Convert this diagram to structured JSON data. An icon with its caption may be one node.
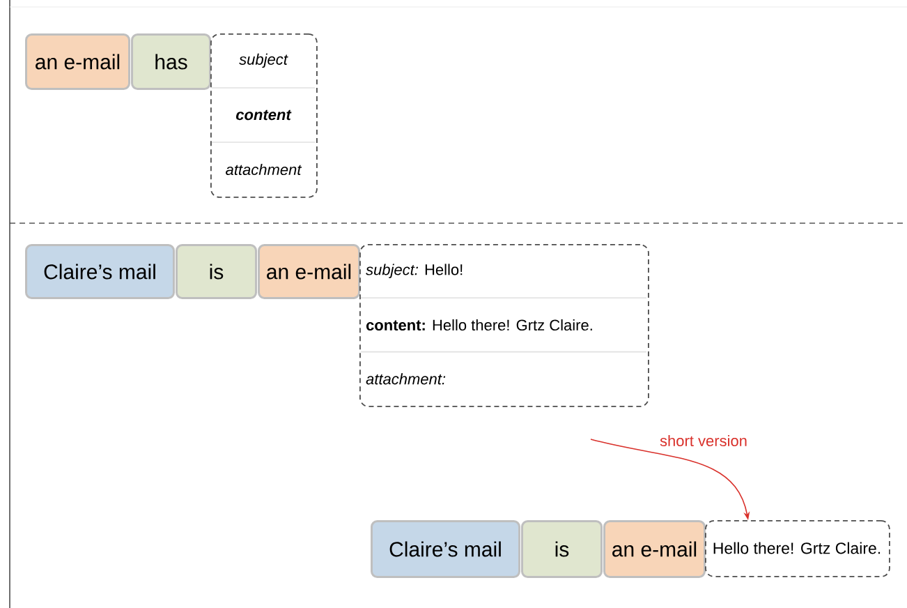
{
  "diagram": {
    "nodes": [
      {
        "text": [
          "an e-mail"
        ]
      },
      {
        "text": [
          "has"
        ]
      },
      {
        "text": [
          "subject",
          "content",
          "attachment"
        ]
      },
      {
        "text": [
          "Claire’s mail"
        ]
      },
      {
        "text": [
          "is"
        ]
      },
      {
        "text": [
          "an e-mail"
        ]
      },
      {
        "text": [
          "*subject:* Hello!",
          "**content:** Hello there! Grtz Claire.",
          "*attachment:*"
        ]
      },
      {
        "text": [
          "Claire’s mail"
        ]
      },
      {
        "text": [
          "is"
        ]
      },
      {
        "text": [
          "an e-mail"
        ]
      },
      {
        "text": [
          "Hello there! Grtz Claire."
        ]
      }
    ],
    "edges": [
      {
        "from": null,
        "to": 10,
        "arrow": "to",
        "label": "short version",
        "color": "#d9312b"
      }
    ]
  }
}
